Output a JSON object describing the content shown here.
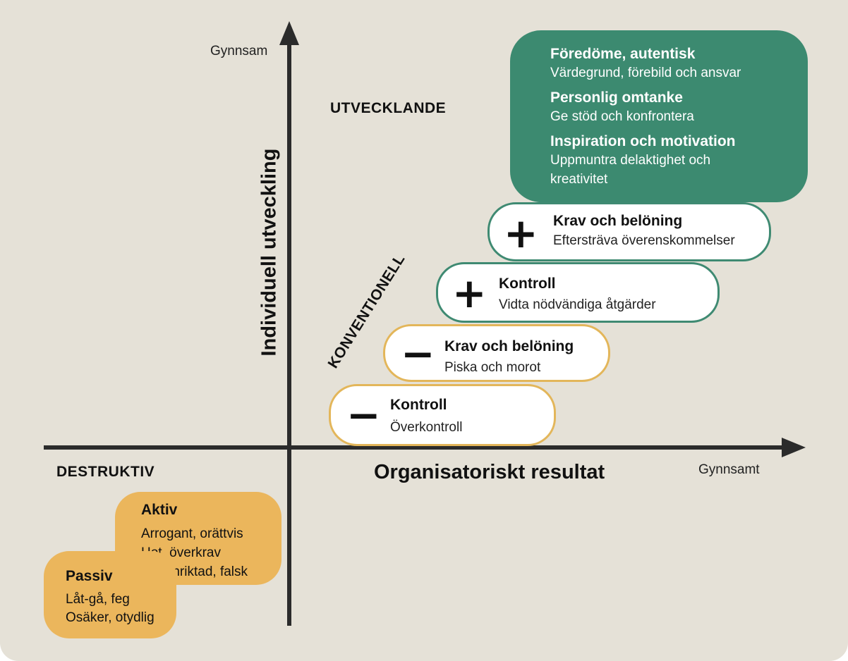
{
  "y_axis": {
    "end_label": "Gynnsam",
    "title": "Individuell utveckling"
  },
  "x_axis": {
    "end_label": "Gynnsamt",
    "title": "Organisatoriskt resultat"
  },
  "zones": {
    "developing": "UTVECKLANDE",
    "conventional": "KONVENTIONELL",
    "destructive": "DESTRUKTIV"
  },
  "conventional_steps": [
    {
      "sign": "−",
      "title": "Kontroll",
      "subtitle": "Överkontroll",
      "color": "#e3b65a"
    },
    {
      "sign": "−",
      "title": "Krav och belöning",
      "subtitle": "Piska och morot",
      "color": "#e3b65a"
    },
    {
      "sign": "+",
      "title": "Kontroll",
      "subtitle": "Vidta nödvändiga åtgärder",
      "color": "#3f8a72"
    },
    {
      "sign": "+",
      "title": "Krav och belöning",
      "subtitle": "Eftersträva överenskommelser",
      "color": "#3f8a72"
    }
  ],
  "developing_box": {
    "color": "#3c8a70",
    "items": [
      {
        "title": "Föredöme, autentisk",
        "subtitle": [
          "Värdegrund, förebild och ansvar"
        ]
      },
      {
        "title": "Personlig omtanke",
        "subtitle": [
          "Ge stöd och konfrontera"
        ]
      },
      {
        "title": "Inspiration och motivation",
        "subtitle": [
          "Uppmuntra delaktighet och",
          "kreativitet"
        ]
      }
    ]
  },
  "destructive_boxes": {
    "color": "#ebb65c",
    "active": {
      "title": "Aktiv",
      "lines": [
        "Arrogant, orättvis",
        "Hot, överkrav",
        "Ego-inriktad, falsk"
      ]
    },
    "passive": {
      "title": "Passiv",
      "lines": [
        "Låt-gå, feg",
        "Osäker, otydlig"
      ]
    }
  },
  "colors": {
    "background": "#e5e1d7",
    "axis": "#2b2b2b"
  }
}
